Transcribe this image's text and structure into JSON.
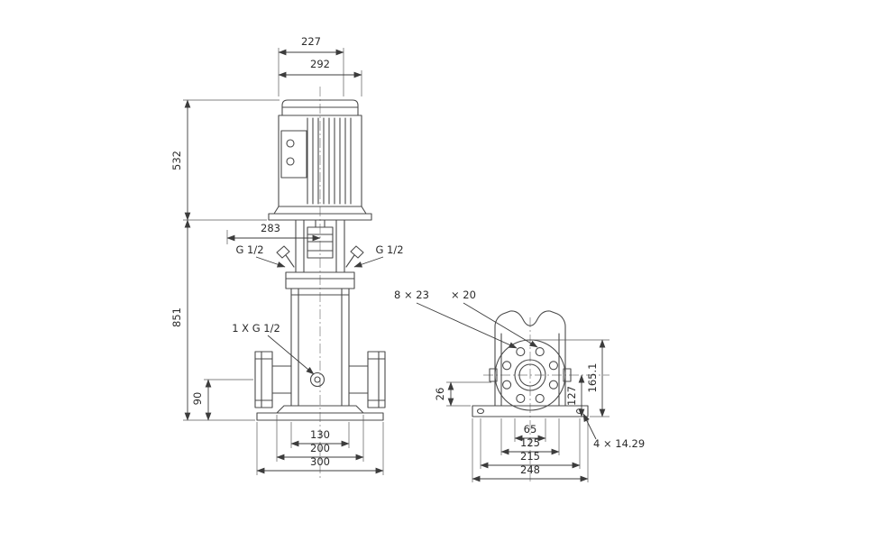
{
  "front": {
    "dim_fan_width": "227",
    "dim_motor_width": "292",
    "dim_motor_height": "532",
    "dim_service_clearance": "283",
    "dim_pump_height": "851",
    "dim_port_center_height": "90",
    "dim_chamber_width": "130",
    "dim_base_mid_width": "200",
    "dim_base_width": "300",
    "port_left_label": "G 1/2",
    "port_right_label": "G 1/2",
    "drain_label": "1 X G 1/2"
  },
  "side": {
    "bolt_hole_label": "8 × 23",
    "bolt_depth_label": "× 20",
    "dim_foot_height": "26",
    "dim_port_center_height": "127",
    "dim_bracket_height": "165.1",
    "dim_span_65": "65",
    "dim_span_125": "125",
    "dim_hole_span": "215",
    "dim_base_width": "248",
    "base_hole_label": "4 × 14.29"
  }
}
